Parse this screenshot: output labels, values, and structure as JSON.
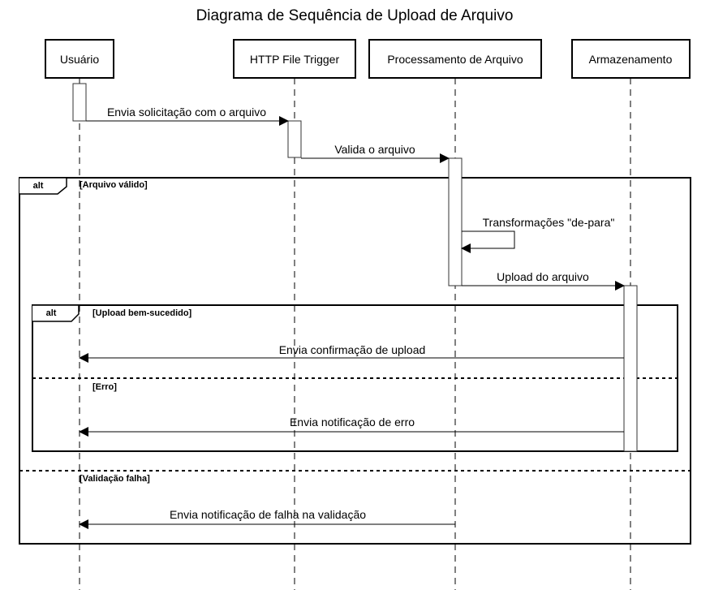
{
  "title": "Diagrama de Sequência de Upload de Arquivo",
  "participants": [
    {
      "id": "usuario",
      "label": "Usuário"
    },
    {
      "id": "http",
      "label": "HTTP File Trigger"
    },
    {
      "id": "proc",
      "label": "Processamento de Arquivo"
    },
    {
      "id": "storage",
      "label": "Armazenamento"
    }
  ],
  "messages": [
    {
      "id": "m1",
      "from": "Usuário",
      "to": "HTTP File Trigger",
      "label": "Envia solicitação com o arquivo",
      "type": "sync"
    },
    {
      "id": "m2",
      "from": "HTTP File Trigger",
      "to": "Processamento de Arquivo",
      "label": "Valida o arquivo",
      "type": "sync"
    },
    {
      "id": "m3",
      "from": "Processamento de Arquivo",
      "to": "Processamento de Arquivo",
      "label": "Transformações \"de-para\"",
      "type": "self"
    },
    {
      "id": "m4",
      "from": "Processamento de Arquivo",
      "to": "Armazenamento",
      "label": "Upload do arquivo",
      "type": "sync"
    },
    {
      "id": "m5",
      "from": "Armazenamento",
      "to": "Usuário",
      "label": "Envia confirmação de upload",
      "type": "sync"
    },
    {
      "id": "m6",
      "from": "Armazenamento",
      "to": "Usuário",
      "label": "Envia notificação de erro",
      "type": "sync"
    },
    {
      "id": "m7",
      "from": "Processamento de Arquivo",
      "to": "Usuário",
      "label": "Envia notificação de falha na validação",
      "type": "sync"
    }
  ],
  "fragments": {
    "outer": {
      "operator": "alt",
      "guards": [
        "[Arquivo válido]",
        "[Validação falha]"
      ]
    },
    "inner": {
      "operator": "alt",
      "guards": [
        "[Upload bem-sucedido]",
        "[Erro]"
      ]
    }
  }
}
